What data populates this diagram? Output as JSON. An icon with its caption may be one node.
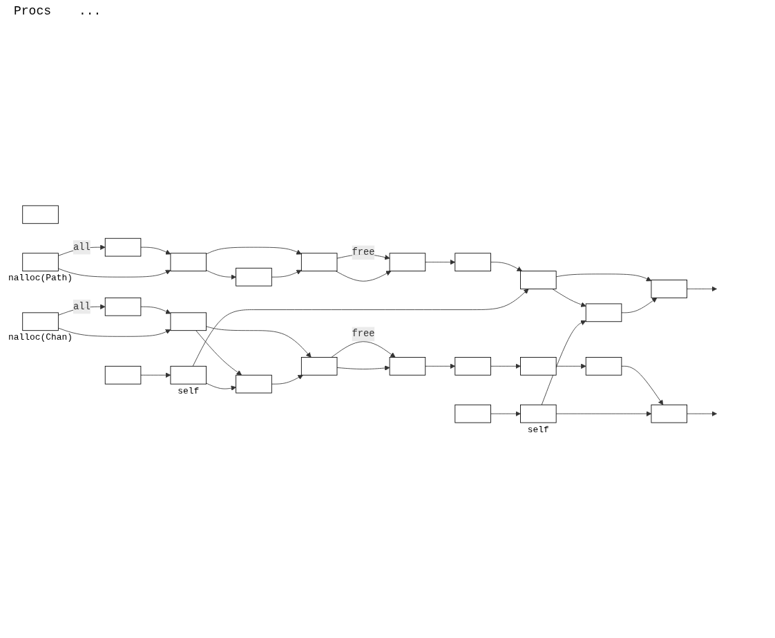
{
  "diagram": {
    "nodes": [
      {
        "text": [],
        "shape": "box"
      },
      {
        "text": [],
        "shape": "box"
      },
      {
        "text": [],
        "shape": "box"
      },
      {
        "text": [],
        "shape": "box",
        "beside": [
          "self"
        ]
      },
      {
        "text": [],
        "shape": "box",
        "beside": [
          "self"
        ]
      },
      {
        "text": [],
        "shape": "box",
        "beside": [
          "nalloc(Path)"
        ]
      },
      {
        "text": [],
        "shape": "box"
      },
      {
        "text": [],
        "shape": "box"
      },
      {
        "text": [],
        "shape": "box"
      },
      {
        "text": [],
        "shape": "box"
      },
      {
        "text": [],
        "shape": "box"
      },
      {
        "text": [],
        "shape": "box"
      },
      {
        "text": [],
        "shape": "box"
      },
      {
        "text": [],
        "shape": "box"
      },
      {
        "text": [],
        "shape": "box"
      },
      {
        "text": [],
        "shape": "box",
        "beside": [
          "nalloc(Chan)"
        ]
      },
      {
        "text": [],
        "shape": "box"
      },
      {
        "text": [],
        "shape": "box"
      },
      {
        "text": [],
        "shape": "box"
      },
      {
        "text": [],
        "shape": "box"
      },
      {
        "text": [],
        "shape": "box"
      },
      {
        "text": [],
        "shape": "box"
      },
      {
        "text": [],
        "shape": "box"
      },
      {
        "text": [],
        "shape": "box"
      },
      {
        "text": [],
        "shape": "box"
      }
    ],
    "edges": [
      {
        "from": 0,
        "to": 3,
        "arrow": "to"
      },
      {
        "from": 2,
        "to": 4,
        "arrow": "to"
      },
      {
        "from": 3,
        "to": 12,
        "arrow": "to"
      },
      {
        "from": 3,
        "to": 18,
        "arrow": "to"
      },
      {
        "from": 4,
        "to": 13,
        "arrow": "to"
      },
      {
        "from": 4,
        "to": 24,
        "arrow": "to"
      },
      {
        "from": 5,
        "to": 6,
        "arrow": "to",
        "label": "all"
      },
      {
        "from": 5,
        "to": 7,
        "arrow": "to"
      },
      {
        "from": 6,
        "to": 7,
        "arrow": "to"
      },
      {
        "from": 7,
        "to": 8,
        "arrow": "to"
      },
      {
        "from": 8,
        "to": 9,
        "arrow": "to"
      },
      {
        "from": 9,
        "to": 10,
        "arrow": "to"
      },
      {
        "from": 10,
        "to": 11,
        "arrow": "to"
      },
      {
        "from": 11,
        "to": 12,
        "arrow": "to"
      },
      {
        "from": 12,
        "to": 13,
        "arrow": "to"
      },
      {
        "from": 13,
        "to": 14,
        "arrow": "to"
      },
      {
        "from": 14,
        "to": null,
        "arrow": "to"
      },
      {
        "from": 7,
        "to": 9,
        "arrow": "to"
      },
      {
        "from": 9,
        "to": 10,
        "arrow": "to",
        "label": "free"
      },
      {
        "from": 12,
        "to": 14,
        "arrow": "to"
      },
      {
        "from": 15,
        "to": 16,
        "arrow": "to",
        "label": "all"
      },
      {
        "from": 15,
        "to": 17,
        "arrow": "to"
      },
      {
        "from": 16,
        "to": 17,
        "arrow": "to"
      },
      {
        "from": 17,
        "to": 18,
        "arrow": "to"
      },
      {
        "from": 18,
        "to": 19,
        "arrow": "to"
      },
      {
        "from": 19,
        "to": 20,
        "arrow": "to"
      },
      {
        "from": 20,
        "to": 21,
        "arrow": "to"
      },
      {
        "from": 21,
        "to": 22,
        "arrow": "to"
      },
      {
        "from": 22,
        "to": 23,
        "arrow": "to"
      },
      {
        "from": 23,
        "to": 24,
        "arrow": "to"
      },
      {
        "from": 24,
        "to": null,
        "arrow": "to"
      },
      {
        "from": 17,
        "to": 19,
        "arrow": "to"
      },
      {
        "from": 19,
        "to": 20,
        "arrow": "to",
        "label": "free"
      }
    ],
    "labels": [
      "Procs",
      "..."
    ]
  }
}
